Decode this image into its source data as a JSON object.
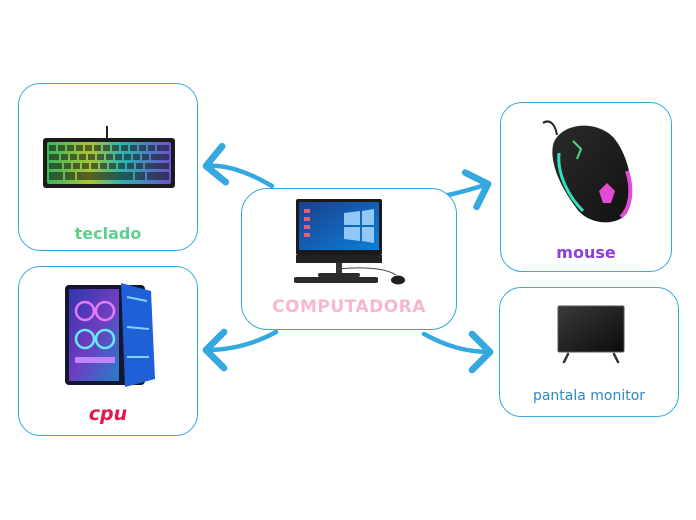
{
  "center": {
    "label": "COMPUTADORA",
    "color": "#f7b6d2",
    "icon": "all-in-one-pc-icon"
  },
  "nodes": {
    "teclado": {
      "label": "teclado",
      "color": "#5fcf8f",
      "icon": "rgb-keyboard-icon"
    },
    "cpu": {
      "label": "cpu",
      "color": "#e5174c",
      "icon": "gaming-cpu-tower-icon"
    },
    "mouse": {
      "label": "mouse",
      "color": "#8e3fd6",
      "icon": "gaming-mouse-icon"
    },
    "pantalla": {
      "label": "pantala monitor",
      "color": "#2f86c9",
      "icon": "monitor-tv-icon"
    }
  },
  "styles": {
    "border": "#35a9df",
    "arrow": "#35a9df"
  }
}
